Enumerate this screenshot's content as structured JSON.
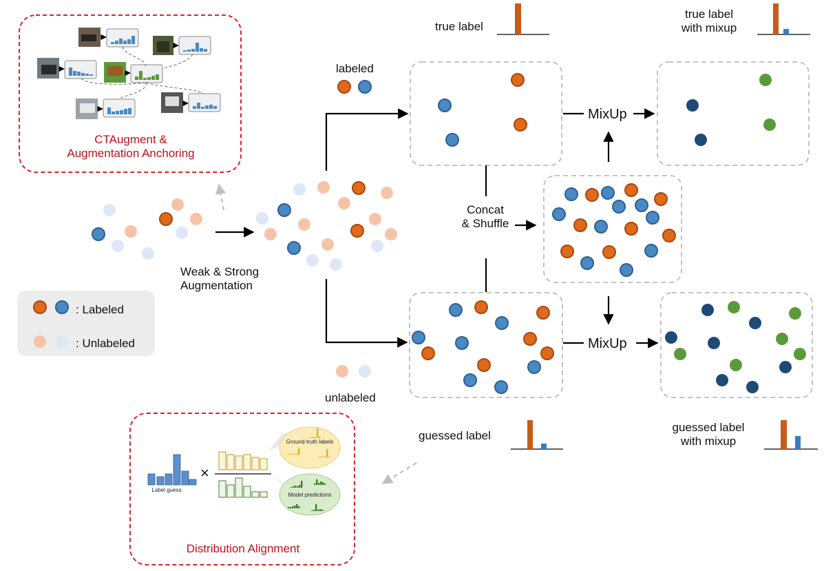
{
  "labels": {
    "ctaugment_title_line1": "CTAugment &",
    "ctaugment_title_line2": "Augmentation Anchoring",
    "weak_strong_line1": "Weak & Strong",
    "weak_strong_line2": "Augmentation",
    "legend_labeled": ": Labeled",
    "legend_unlabeled": ": Unlabeled",
    "labeled": "labeled",
    "unlabeled": "unlabeled",
    "true_label": "true label",
    "true_label_mixup_line1": "true label",
    "true_label_mixup_line2": "with mixup",
    "guessed_label": "guessed label",
    "guessed_label_mixup_line1": "guessed label",
    "guessed_label_mixup_line2": "with mixup",
    "concat_line1": "Concat",
    "concat_line2": "& Shuffle",
    "mixup_top": "MixUp",
    "mixup_bottom": "MixUp",
    "distribution_alignment": "Distribution Alignment",
    "label_guess": "Label guess",
    "ground_truth_labels": "Ground-truth labels",
    "model_predictions": "Model predictions",
    "times_symbol": "×"
  },
  "colors": {
    "labeled_orange": "#e06a1b",
    "labeled_blue": "#4a8ac4",
    "unlabeled_orange": "#f5c4a8",
    "unlabeled_blue": "#dde8f4",
    "mix_navy": "#1f4a78",
    "mix_green": "#5a9a3c",
    "dashed_red": "#e0202a",
    "dashed_gray": "#bbbbbb",
    "bar_orange": "#c95b1a",
    "bar_blue": "#3a7cc0"
  }
}
